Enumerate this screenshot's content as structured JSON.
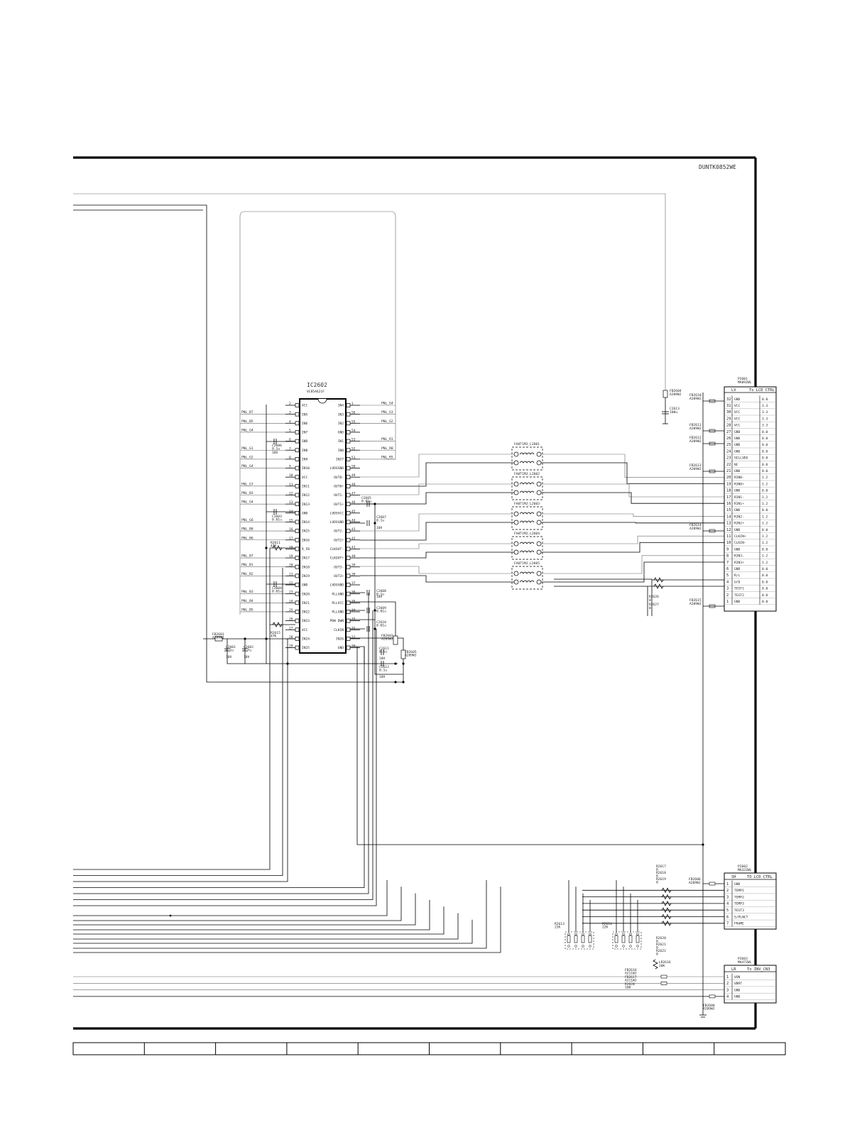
{
  "drawing": {
    "code": "DUNTK0852WE",
    "title_block_cells": 10
  },
  "ic": {
    "ref": "IC2602",
    "part": "VC85A621F",
    "left_pins": [
      {
        "n": "2",
        "label": "VCC",
        "net": ""
      },
      {
        "n": "3",
        "label": "IN5",
        "net": "PNL_B7"
      },
      {
        "n": "4",
        "label": "IN6",
        "net": "PNL_B5"
      },
      {
        "n": "5",
        "label": "IN7",
        "net": "PNL_G4"
      },
      {
        "n": "6",
        "label": "GND",
        "net": ""
      },
      {
        "n": "7",
        "label": "IN8",
        "net": "PNL_G1"
      },
      {
        "n": "8",
        "label": "IN9",
        "net": "PNL_G2"
      },
      {
        "n": "9",
        "label": "IN10",
        "net": "PNL_G4"
      },
      {
        "n": "10",
        "label": "VCC",
        "net": ""
      },
      {
        "n": "11",
        "label": "IN11",
        "net": "PNL_G7"
      },
      {
        "n": "12",
        "label": "IN12",
        "net": "PNL_B3"
      },
      {
        "n": "13",
        "label": "IN13",
        "net": "PNL_G4"
      },
      {
        "n": "14",
        "label": "GND",
        "net": ""
      },
      {
        "n": "15",
        "label": "IN14",
        "net": "PNL_G6"
      },
      {
        "n": "16",
        "label": "IN15",
        "net": "PNL_B0"
      },
      {
        "n": "17",
        "label": "IN16",
        "net": "PNL_B6"
      },
      {
        "n": "18",
        "label": "R_FB",
        "net": ""
      },
      {
        "n": "19",
        "label": "IN17",
        "net": "PNL_B7"
      },
      {
        "n": "20",
        "label": "IN18",
        "net": "PNL_B1"
      },
      {
        "n": "21",
        "label": "IN19",
        "net": "PNL_B2"
      },
      {
        "n": "22",
        "label": "GND",
        "net": ""
      },
      {
        "n": "23",
        "label": "IN20",
        "net": "PNL_B3"
      },
      {
        "n": "24",
        "label": "IN21",
        "net": "PNL_B4"
      },
      {
        "n": "25",
        "label": "IN22",
        "net": "PNL_B5"
      },
      {
        "n": "26",
        "label": "IN23",
        "net": ""
      },
      {
        "n": "27",
        "label": "VCC",
        "net": ""
      },
      {
        "n": "28",
        "label": "IN24",
        "net": ""
      },
      {
        "n": "29",
        "label": "IN25",
        "net": ""
      }
    ],
    "right_pins": [
      {
        "n": "1",
        "label": "IN4",
        "net": "PNL_G4"
      },
      {
        "n": "56",
        "label": "IN3",
        "net": "PNL_G3"
      },
      {
        "n": "55",
        "label": "IN2",
        "net": "PNL_G2"
      },
      {
        "n": "54",
        "label": "GND",
        "net": ""
      },
      {
        "n": "53",
        "label": "IN1",
        "net": "PNL_R1"
      },
      {
        "n": "52",
        "label": "IN0",
        "net": "PNL_R0"
      },
      {
        "n": "51",
        "label": "IN27",
        "net": "PNL_R5"
      },
      {
        "n": "50",
        "label": "LVDSGND",
        "net": ""
      },
      {
        "n": "49",
        "label": "OUT0-",
        "net": ""
      },
      {
        "n": "48",
        "label": "OUT0+",
        "net": ""
      },
      {
        "n": "47",
        "label": "OUT1-",
        "net": ""
      },
      {
        "n": "46",
        "label": "OUT1+",
        "net": ""
      },
      {
        "n": "45",
        "label": "LVDSVCC",
        "net": ""
      },
      {
        "n": "44",
        "label": "LVDSGND",
        "net": ""
      },
      {
        "n": "43",
        "label": "OUT2-",
        "net": ""
      },
      {
        "n": "42",
        "label": "OUT2+",
        "net": ""
      },
      {
        "n": "41",
        "label": "CLKOUT-",
        "net": ""
      },
      {
        "n": "40",
        "label": "CLKOUT+",
        "net": ""
      },
      {
        "n": "39",
        "label": "OUT3-",
        "net": ""
      },
      {
        "n": "38",
        "label": "OUT3+",
        "net": ""
      },
      {
        "n": "37",
        "label": "LVDSGND",
        "net": ""
      },
      {
        "n": "36",
        "label": "PLLGND",
        "net": ""
      },
      {
        "n": "35",
        "label": "PLLVCC",
        "net": ""
      },
      {
        "n": "34",
        "label": "PLLGND",
        "net": ""
      },
      {
        "n": "33",
        "label": "PDW DWN",
        "net": ""
      },
      {
        "n": "32",
        "label": "CLKIN",
        "net": ""
      },
      {
        "n": "31",
        "label": "IN26",
        "net": ""
      },
      {
        "n": "30",
        "label": "GND",
        "net": ""
      }
    ]
  },
  "components": {
    "left": [
      {
        "ref": "C2606",
        "val": "0.1u"
      },
      {
        "ref": "C2603",
        "val": "0.01u"
      },
      {
        "ref": "R2611",
        "val": "47K"
      },
      {
        "ref": "C2604",
        "val": "0.01u"
      },
      {
        "ref": "R2615",
        "val": "47K"
      },
      {
        "ref": "FB2601",
        "val": "A209WJ"
      },
      {
        "ref": "C2601",
        "val": "0.1u"
      },
      {
        "ref": "C2602",
        "val": "4.7u"
      }
    ],
    "right": [
      {
        "ref": "C2605",
        "val": "0.01u"
      },
      {
        "ref": "C2607",
        "val": "0.1u"
      },
      {
        "ref": "C2608",
        "val": "0.1u"
      },
      {
        "ref": "C2609",
        "val": "0.01u"
      },
      {
        "ref": "C2610",
        "val": "0.01u"
      },
      {
        "ref": "FB2603",
        "val": "A209WJ"
      },
      {
        "ref": "C2611",
        "val": "0.1u"
      },
      {
        "ref": "FB2605",
        "val": "A209WJ"
      },
      {
        "ref": "C2612",
        "val": "0.1u"
      }
    ],
    "cap_volt": "10V",
    "fb_supply": {
      "ref": "FB2604",
      "val": "A209WJ"
    },
    "cap_supply": {
      "ref": "C2613",
      "val": "100u"
    }
  },
  "ferrites": [
    {
      "ref": "FA0T1MJ_L2601"
    },
    {
      "ref": "FA0T1MJ_L2602"
    },
    {
      "ref": "FA0T1MJ_L2603"
    },
    {
      "ref": "FA0T1MJ_L2604"
    },
    {
      "ref": "FA0T1MJ_L2605"
    }
  ],
  "connector_lv": {
    "ref": "P2601",
    "part": "MA89ZWL",
    "name": "LV",
    "to": "To LCD CTRL",
    "pins": [
      {
        "n": "32",
        "label": "GND",
        "v": "0.0"
      },
      {
        "n": "31",
        "label": "VCC",
        "v": "3.3"
      },
      {
        "n": "30",
        "label": "VCC",
        "v": "3.3"
      },
      {
        "n": "29",
        "label": "VCC",
        "v": "3.3"
      },
      {
        "n": "28",
        "label": "VCC",
        "v": "3.3"
      },
      {
        "n": "27",
        "label": "GND",
        "v": "0.0"
      },
      {
        "n": "26",
        "label": "GND",
        "v": "0.0"
      },
      {
        "n": "25",
        "label": "GND",
        "v": "0.0"
      },
      {
        "n": "24",
        "label": "GND",
        "v": "0.0"
      },
      {
        "n": "23",
        "label": "SELLVDS",
        "v": "0.0"
      },
      {
        "n": "22",
        "label": "NC",
        "v": "0.0"
      },
      {
        "n": "21",
        "label": "GND",
        "v": "0.0"
      },
      {
        "n": "20",
        "label": "RIN0-",
        "v": "1.2"
      },
      {
        "n": "19",
        "label": "RIN0+",
        "v": "1.2"
      },
      {
        "n": "18",
        "label": "GND",
        "v": "0.0"
      },
      {
        "n": "17",
        "label": "RIN1-",
        "v": "1.2"
      },
      {
        "n": "16",
        "label": "RIN1+",
        "v": "1.2"
      },
      {
        "n": "15",
        "label": "GND",
        "v": "0.0"
      },
      {
        "n": "14",
        "label": "RIN2-",
        "v": "1.2"
      },
      {
        "n": "13",
        "label": "RIN2+",
        "v": "1.2"
      },
      {
        "n": "12",
        "label": "GND",
        "v": "0.0"
      },
      {
        "n": "11",
        "label": "CLKIN+",
        "v": "1.2"
      },
      {
        "n": "10",
        "label": "CLKIN-",
        "v": "1.2"
      },
      {
        "n": "9",
        "label": "GND",
        "v": "0.0"
      },
      {
        "n": "8",
        "label": "RIN3-",
        "v": "1.2"
      },
      {
        "n": "7",
        "label": "RIN3+",
        "v": "1.2"
      },
      {
        "n": "6",
        "label": "GND",
        "v": "0.0"
      },
      {
        "n": "5",
        "label": "R/L",
        "v": "0.0"
      },
      {
        "n": "4",
        "label": "U/D",
        "v": "0.0"
      },
      {
        "n": "3",
        "label": "TEST1",
        "v": "0.0"
      },
      {
        "n": "2",
        "label": "TEST2",
        "v": "0.0"
      },
      {
        "n": "1",
        "label": "GND",
        "v": "0.0"
      }
    ],
    "fb_labels": [
      {
        "ref": "FB2610",
        "val": "A209WJ"
      },
      {
        "ref": "FB2611",
        "val": "A209WJ"
      },
      {
        "ref": "FB2612",
        "val": "A209WJ"
      },
      {
        "ref": "FB2613",
        "val": "A209WJ"
      },
      {
        "ref": "FB2614",
        "val": "A209WJ"
      },
      {
        "ref": "FB2615",
        "val": "A209WJ"
      }
    ],
    "res_labels": [
      {
        "ref": "R2626",
        "val": "0"
      },
      {
        "ref": "R2627",
        "val": "0"
      }
    ]
  },
  "connector_sh": {
    "ref": "P2602",
    "part": "MA32ZWL",
    "name": "SH",
    "to": "TO LCD CTRL",
    "pins": [
      {
        "n": "1",
        "label": "GND"
      },
      {
        "n": "2",
        "label": "TEMP1"
      },
      {
        "n": "3",
        "label": "TEMP2"
      },
      {
        "n": "4",
        "label": "TEMP3"
      },
      {
        "n": "5",
        "label": "TEST3"
      },
      {
        "n": "6",
        "label": "S/PLNCT"
      },
      {
        "n": "7",
        "label": "FRAME"
      }
    ],
    "res_top": [
      {
        "ref": "R2617",
        "val": "0"
      },
      {
        "ref": "R2618",
        "val": "0"
      },
      {
        "ref": "R2619",
        "val": "0"
      }
    ],
    "fb": {
      "ref": "FB2606",
      "val": "A209WJ"
    },
    "res_arrays": [
      {
        "ref": "R2613",
        "val": "22K"
      },
      {
        "ref": "R2614",
        "val": "22K"
      }
    ],
    "res_bottom": [
      {
        "ref": "R2620",
        "val": "0"
      },
      {
        "ref": "R2621",
        "val": "0"
      },
      {
        "ref": "R2622",
        "val": "0"
      }
    ]
  },
  "connector_lr": {
    "ref": "P2603",
    "part": "MA47ZWL",
    "name": "LR",
    "to": "To INV_CN3",
    "pins": [
      {
        "n": "1",
        "label": "VON"
      },
      {
        "n": "2",
        "label": "VBRT"
      },
      {
        "n": "3",
        "label": "GND"
      },
      {
        "n": "4",
        "label": "GND"
      }
    ],
    "res": {
      "ref": "LR2616",
      "val": "10K"
    },
    "fb_labels": [
      {
        "ref": "FB2616",
        "val": "A211WJ"
      },
      {
        "ref": "FB2617",
        "val": "A211WJ"
      },
      {
        "ref": "R2628",
        "val": "100"
      },
      {
        "ref": "FB2608",
        "val": "A209WJ"
      }
    ]
  }
}
